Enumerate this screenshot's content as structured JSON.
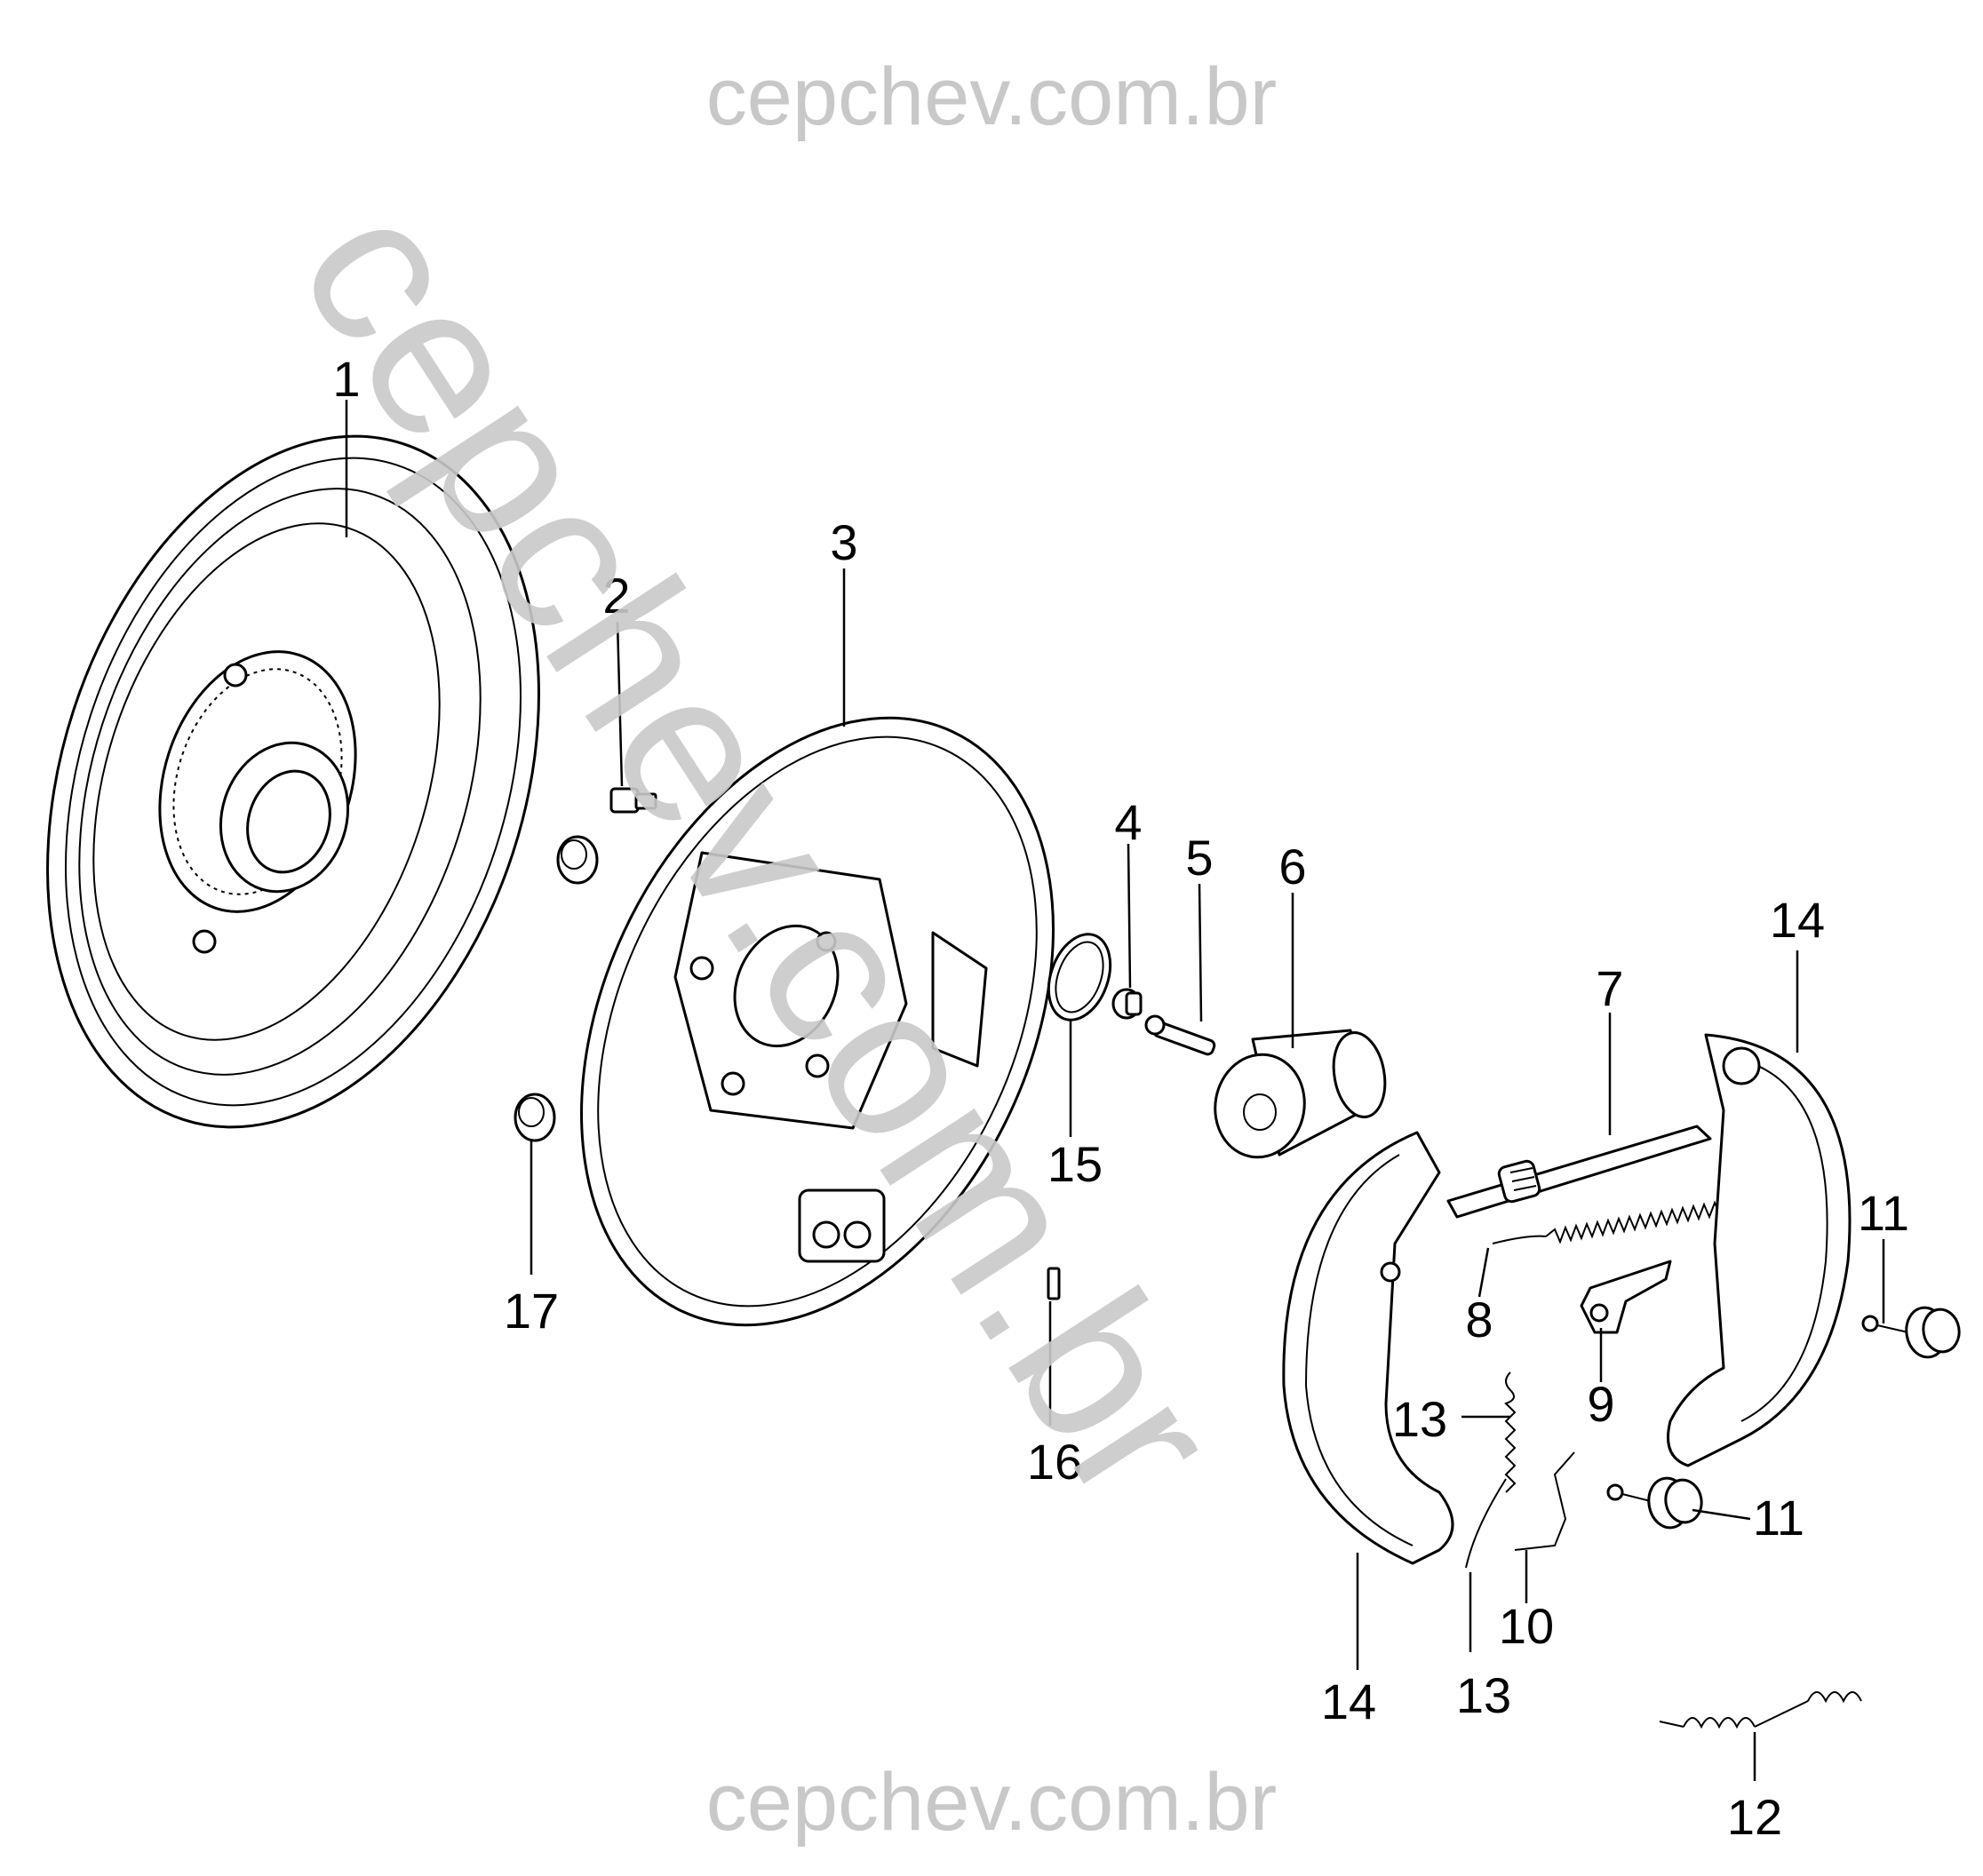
{
  "watermark": {
    "top": "cepchev.com.br",
    "diagonal": "cepchev.com.br",
    "bottom": "cepchev.com.br",
    "color": "#c8c8c8"
  },
  "callouts": {
    "c1": "1",
    "c2": "2",
    "c3": "3",
    "c4": "4",
    "c5": "5",
    "c6": "6",
    "c7": "7",
    "c8": "8",
    "c9": "9",
    "c10": "10",
    "c11a": "11",
    "c11b": "11",
    "c12": "12",
    "c13a": "13",
    "c13b": "13",
    "c14a": "14",
    "c14b": "14",
    "c15": "15",
    "c16": "16",
    "c17": "17"
  },
  "parts": [
    {
      "id": "1",
      "icon": "brake-drum-icon"
    },
    {
      "id": "2",
      "icon": "bolt-icon"
    },
    {
      "id": "3",
      "icon": "backing-plate-icon"
    },
    {
      "id": "4",
      "icon": "bleeder-cap-icon"
    },
    {
      "id": "5",
      "icon": "bleeder-screw-icon"
    },
    {
      "id": "6",
      "icon": "wheel-cylinder-icon"
    },
    {
      "id": "7",
      "icon": "adjuster-strut-icon"
    },
    {
      "id": "8",
      "icon": "spring-icon"
    },
    {
      "id": "9",
      "icon": "adjuster-lever-icon"
    },
    {
      "id": "10",
      "icon": "retainer-pin-icon"
    },
    {
      "id": "11",
      "icon": "hold-down-cup-icon"
    },
    {
      "id": "12",
      "icon": "return-spring-icon"
    },
    {
      "id": "13",
      "icon": "spring-icon"
    },
    {
      "id": "14",
      "icon": "brake-shoe-icon"
    },
    {
      "id": "15",
      "icon": "o-ring-icon"
    },
    {
      "id": "16",
      "icon": "clip-icon"
    },
    {
      "id": "17",
      "icon": "plug-icon"
    }
  ]
}
